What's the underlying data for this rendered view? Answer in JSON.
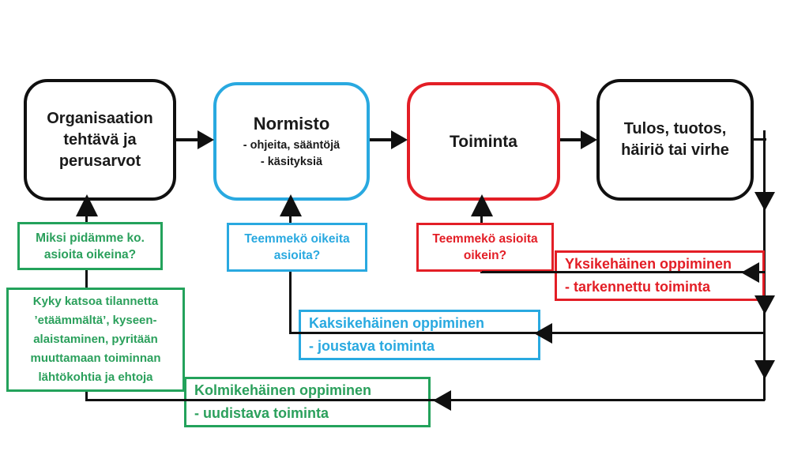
{
  "diagram": {
    "colors": {
      "green": "#23a25b",
      "blue": "#29a9e0",
      "red": "#e31e26",
      "line": "#101010",
      "background": "#ffffff"
    },
    "flow_boxes": [
      {
        "label": "Organisaation tehtävä ja perusarvot"
      },
      {
        "label": "Normisto",
        "bullet1": "- ohjeita, sääntöjä",
        "bullet2": "- käsityksiä"
      },
      {
        "label": "Toiminta"
      },
      {
        "label": "Tulos, tuotos, häiriö tai virhe"
      }
    ],
    "question_boxes": [
      {
        "label": "Miksi pidämme ko. asioita oikeina?"
      },
      {
        "label": "Teemmekö oikeita asioita?"
      },
      {
        "label": "Teemmekö asioita oikein?"
      }
    ],
    "loop_boxes": [
      {
        "title": "Yksikehäinen oppiminen",
        "subtitle": "- tarkennettu toiminta"
      },
      {
        "title": "Kaksikehäinen oppiminen",
        "subtitle": "- joustava toiminta"
      },
      {
        "title": "Kolmikehäinen oppiminen",
        "subtitle": "- uudistava toiminta"
      }
    ],
    "note_box": {
      "line1": "Kyky katsoa tilannetta",
      "line2": "’etäämmältä’, kyseen-",
      "line3": "alaistaminen, pyritään",
      "line4": "muuttamaan  toiminnan",
      "line5": "lähtökohtia ja ehtoja"
    }
  }
}
